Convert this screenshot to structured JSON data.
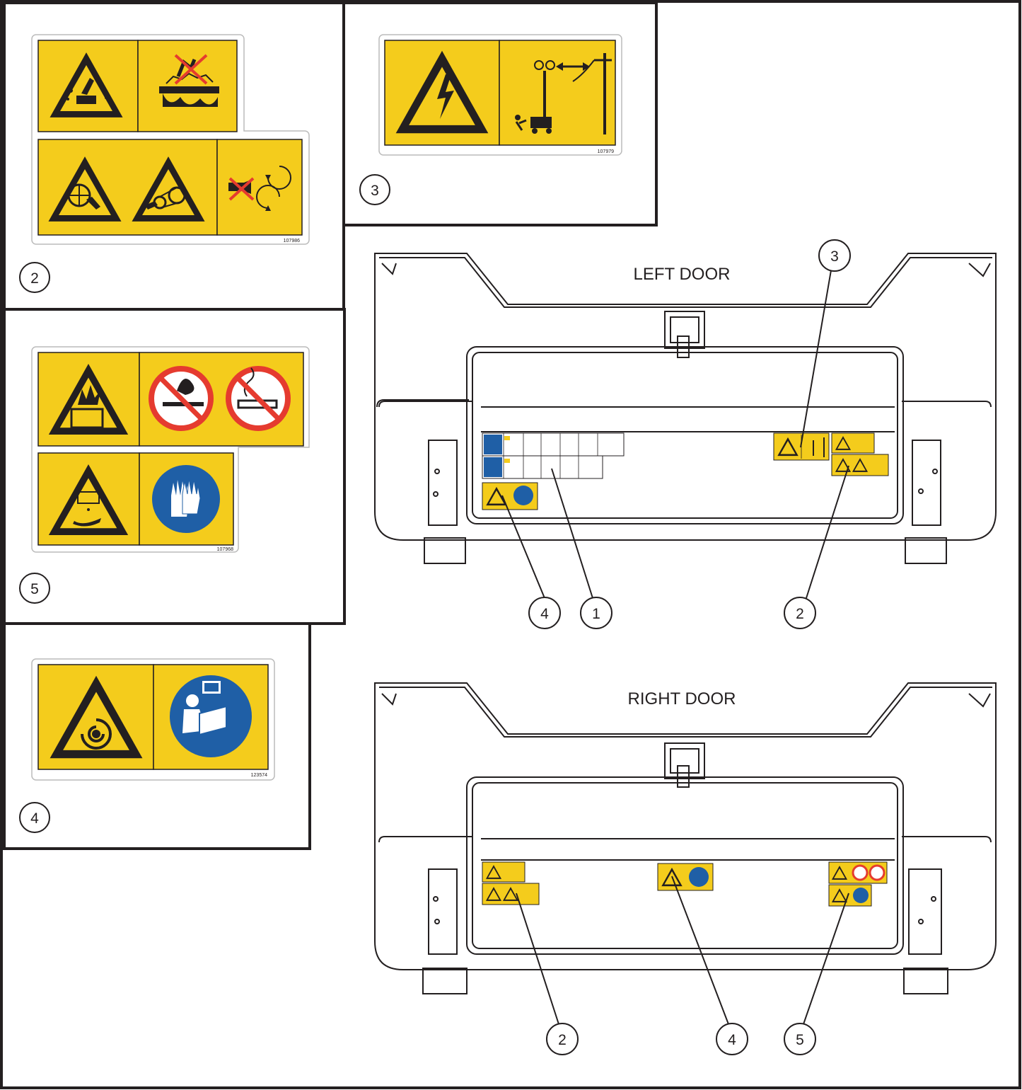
{
  "colors": {
    "decal_yellow": "#f4cc1c",
    "outline": "#231f20",
    "mandatory_blue": "#1f5fa6",
    "prohibition_red": "#e53b2f"
  },
  "callout_numbers": {
    "one": "1",
    "two": "2",
    "three": "3",
    "four": "4",
    "five": "5"
  },
  "decals": {
    "decal_2_part_number": "107986",
    "decal_3_part_number": "107979",
    "decal_5_part_number": "107968",
    "decal_4_part_number": "123574"
  },
  "doors": {
    "left_door_title": "LEFT DOOR",
    "right_door_title": "RIGHT DOOR"
  },
  "icons": [
    "flying-debris-warning-icon",
    "no-hand-in-cutting-area-icon",
    "fan-entanglement-warning-icon",
    "belt-entanglement-warning-icon",
    "keep-hands-clear-rotating-icon",
    "electrical-hazard-warning-icon",
    "overhead-power-line-clearance-icon",
    "battery-explosion-warning-icon",
    "no-open-flame-icon",
    "no-smoking-icon",
    "battery-acid-burn-warning-icon",
    "wear-gloves-icon",
    "automatic-start-warning-icon",
    "read-manual-icon"
  ]
}
